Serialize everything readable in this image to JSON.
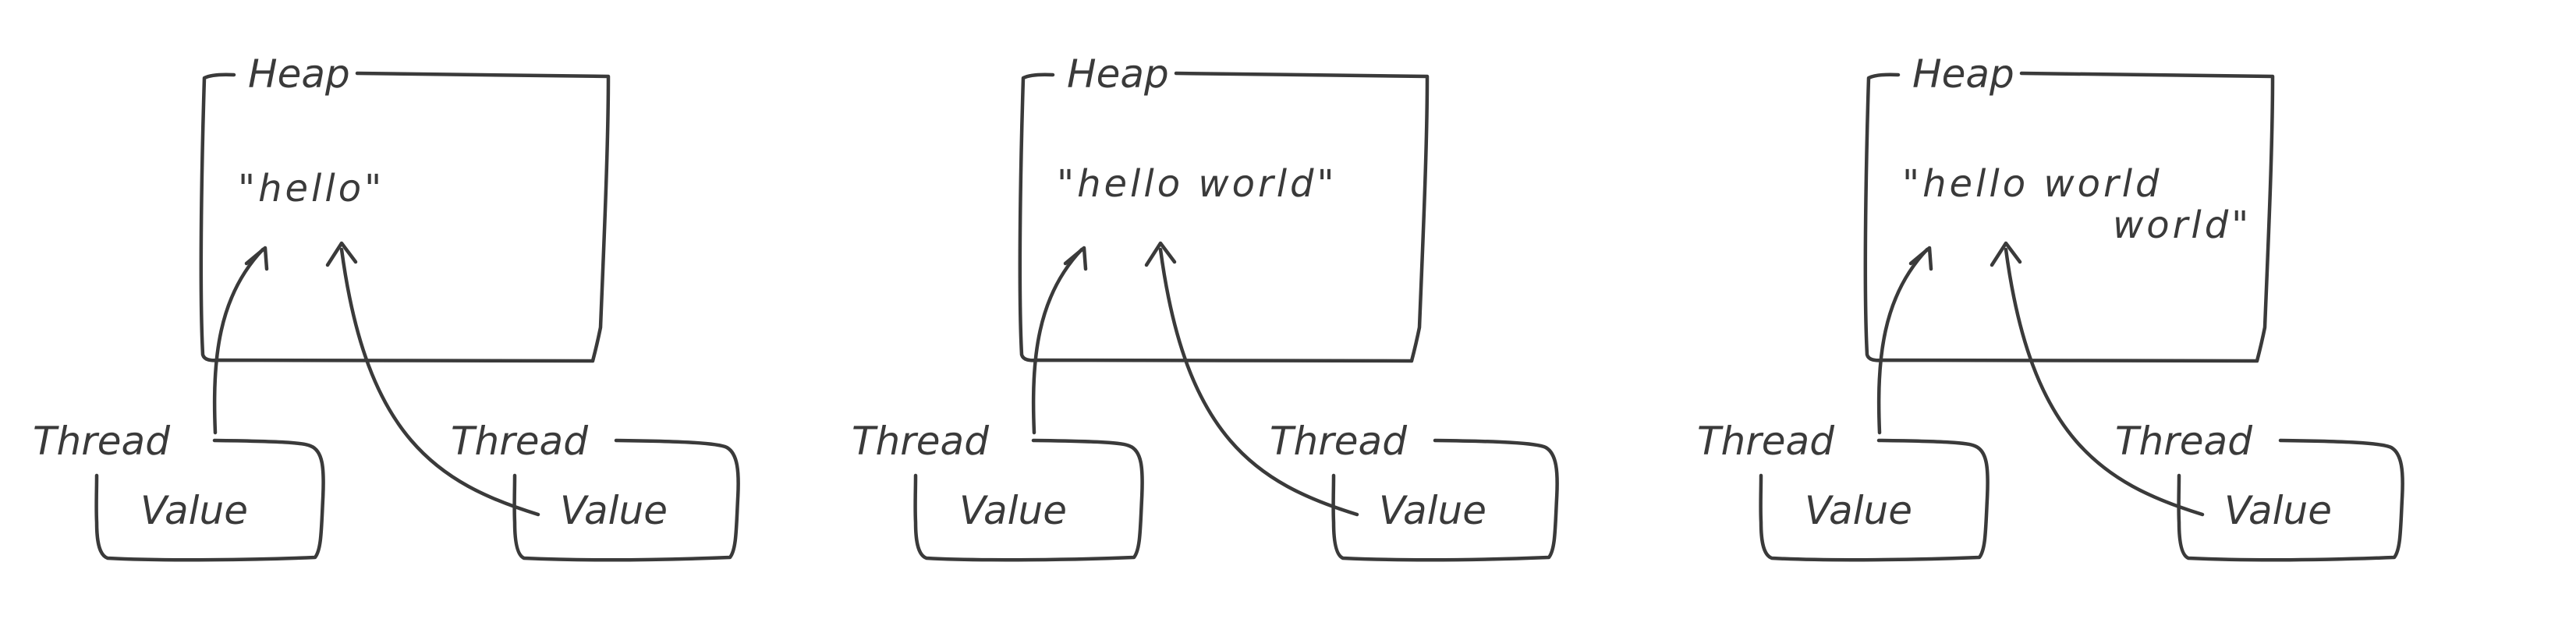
{
  "panels": [
    {
      "heap_label": "Heap",
      "heap_lines": [
        "\"hello\""
      ],
      "threads": [
        {
          "label": "Thread",
          "value": "Value"
        },
        {
          "label": "Thread",
          "value": "Value"
        }
      ]
    },
    {
      "heap_label": "Heap",
      "heap_lines": [
        "\"hello world\""
      ],
      "threads": [
        {
          "label": "Thread",
          "value": "Value"
        },
        {
          "label": "Thread",
          "value": "Value"
        }
      ]
    },
    {
      "heap_label": "Heap",
      "heap_lines": [
        "\"hello world",
        "world\""
      ],
      "threads": [
        {
          "label": "Thread",
          "value": "Value"
        },
        {
          "label": "Thread",
          "value": "Value"
        }
      ]
    }
  ]
}
